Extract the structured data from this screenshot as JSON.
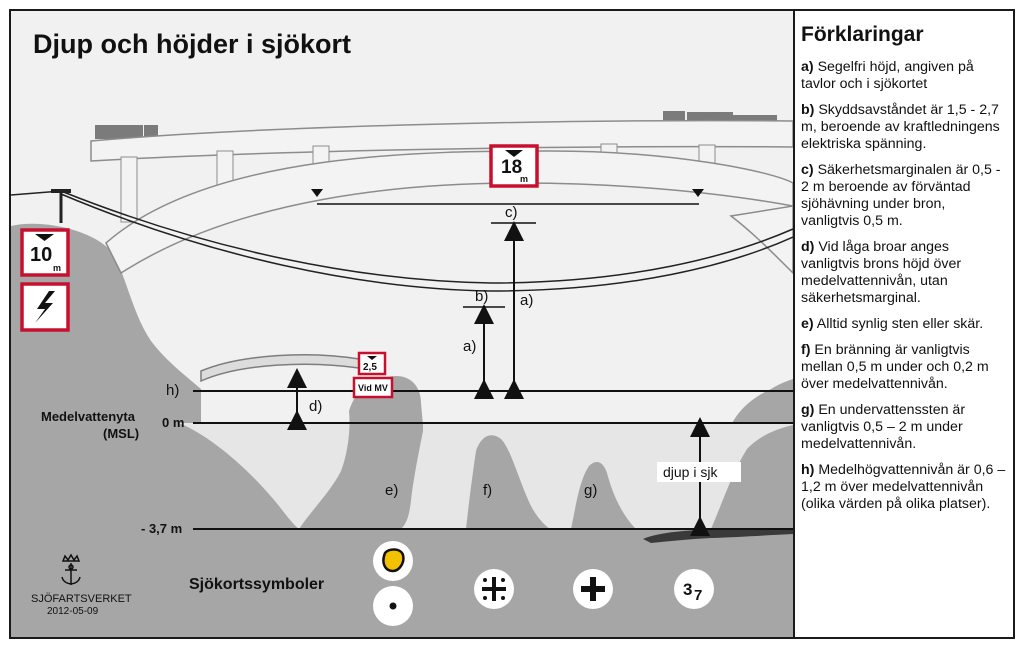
{
  "title": "Djup och höjder i sjökort",
  "legend": {
    "title": "Förklaringar",
    "items": [
      {
        "key": "a)",
        "text": " Segelfri höjd, angiven på tavlor och i sjökortet"
      },
      {
        "key": "b)",
        "text": " Skyddsavståndet är 1,5 - 2,7 m, beroende av kraft­ledningens elektriska spänning."
      },
      {
        "key": "c)",
        "text": " Säkerhetsmarginalen är 0,5 - 2 m beroende av för­väntad sjöhävning under bron, vanligtvis 0,5 m."
      },
      {
        "key": "d)",
        "text": " Vid låga broar anges vanligtvis brons höjd över medelvattennivån, utan säkerhetsmarginal."
      },
      {
        "key": "e)",
        "text": " Alltid synlig sten eller skär."
      },
      {
        "key": "f)",
        "text": " En bränning är vanligtvis mellan 0,5 m under och 0,2 m över medelvattenni­vån."
      },
      {
        "key": "g)",
        "text": " En undervattenssten är vanligtvis 0,5 – 2 m under medelvattennivån."
      },
      {
        "key": "h)",
        "text": " Medelhögvattennivån är 0,6 – 1,2 m över medel­vattennivån (olika värden på olika platser)."
      }
    ]
  },
  "signs": {
    "bridge_clearance_value": "18",
    "bridge_clearance_unit": "m",
    "power_line_value": "10",
    "power_line_unit": "m",
    "low_bridge_value": "2,5",
    "low_bridge_ref": "Vid MV"
  },
  "labels": {
    "a1": "a)",
    "a2": "a)",
    "b": "b)",
    "c": "c)",
    "d": "d)",
    "e": "e)",
    "f": "f)",
    "g": "g)",
    "h": "h)",
    "msl_name_line1": "Medelvattenyta",
    "msl_name_line2": "(MSL)",
    "zero_level": "0 m",
    "depth_level": "- 3,7 m",
    "depth_label": "djup i sjk",
    "symbols_title": "Sjökortssymboler",
    "symbol_depth_digit": "3",
    "symbol_depth_sub": "7"
  },
  "logo": {
    "name": "SJÖFARTSVERKET",
    "date": "2012-05-09"
  },
  "colors": {
    "sign_red": "#c8102e",
    "rock_gray": "#a6a6a6",
    "water_gray": "#e6e6e6",
    "bridge_light": "#f3f3f3",
    "bridge_outline": "#8c8c8c",
    "symbol_yellow": "#f2c200",
    "sky": "#f1f1f1"
  }
}
